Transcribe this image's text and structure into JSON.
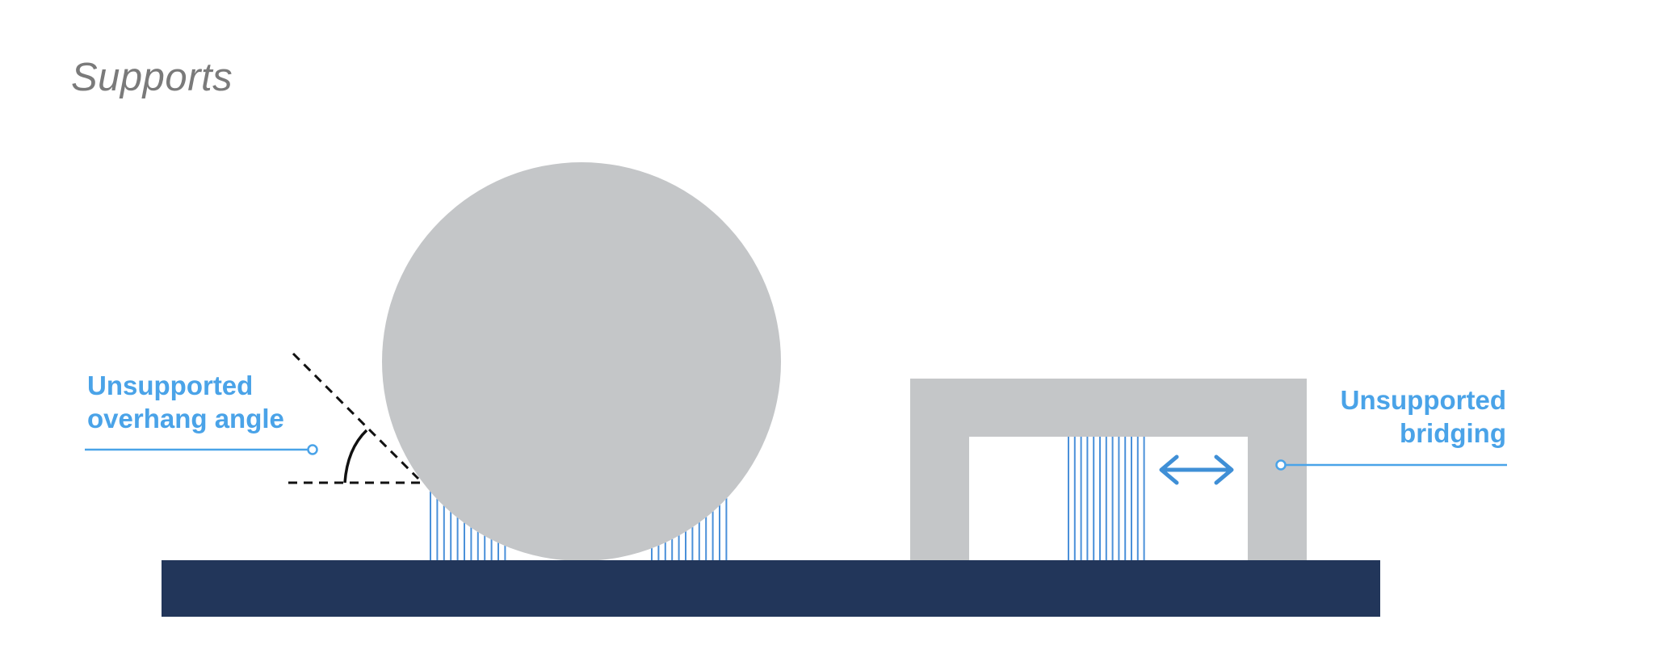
{
  "title": "Supports",
  "labels": {
    "overhang": [
      "Unsupported",
      "overhang angle"
    ],
    "bridging": [
      "Unsupported",
      "bridging"
    ]
  },
  "colors": {
    "title": "#7a7a7a",
    "label": "#4aa3e8",
    "object": "#c4c6c8",
    "build_plate": "#22365a",
    "support": "#4a90d9",
    "guide_line": "#111111",
    "bridge_arrow": "#3f8fd6"
  },
  "icons": {
    "bridging_span": "double-arrow-icon",
    "callout_end": "circle-marker-icon"
  }
}
